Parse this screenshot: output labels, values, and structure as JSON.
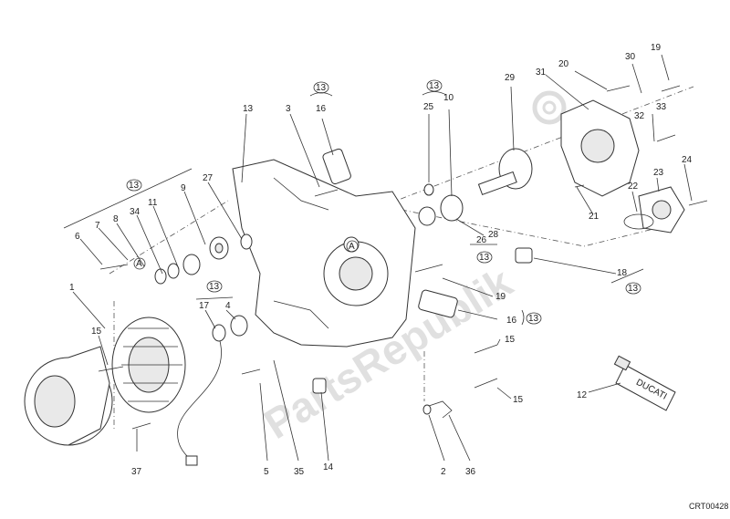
{
  "diagram": {
    "code": "CRT00428",
    "watermark": "PartsRepublik",
    "callouts": {
      "c1": "1",
      "c2": "2",
      "c3": "3",
      "c4": "4",
      "c5": "5",
      "c6": "6",
      "c7": "7",
      "c8": "8",
      "c9": "9",
      "c10": "10",
      "c11": "11",
      "c12": "12",
      "c13": "13",
      "c14": "14",
      "c15a": "15",
      "c15b": "15",
      "c15c": "15",
      "c16a": "16",
      "c16b": "16",
      "c17": "17",
      "c18": "18",
      "c19a": "19",
      "c19b": "19",
      "c20": "20",
      "c21": "21",
      "c22": "22",
      "c23": "23",
      "c24": "24",
      "c25": "25",
      "c26": "26",
      "c27": "27",
      "c28": "28",
      "c29": "29",
      "c30": "30",
      "c31": "31",
      "c32": "32",
      "c33": "33",
      "c34": "34",
      "c35": "35",
      "c36": "36",
      "c37": "37"
    },
    "kit_refs": {
      "k1": "13",
      "k2": "13",
      "k3": "13",
      "k4": "13",
      "k5": "13",
      "k6": "13",
      "k7": "13"
    },
    "ref_markers": {
      "a1": "A",
      "a2": "A"
    },
    "tube_label": "DUCATI"
  }
}
